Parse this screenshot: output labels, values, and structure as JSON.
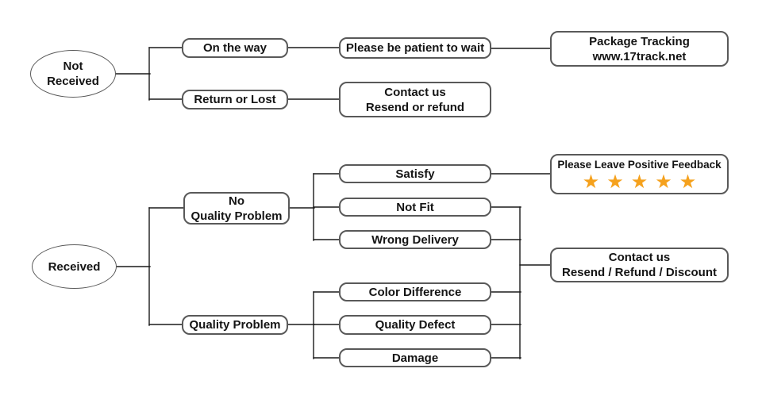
{
  "diagram": {
    "colors": {
      "background": "#ffffff",
      "box_border": "#595959",
      "connector": "#1a1a1a",
      "text": "#141414",
      "star": "#f5a11d"
    },
    "nodes": {
      "not_received": {
        "line1": "Not",
        "line2": "Received"
      },
      "on_the_way": {
        "label": "On the way"
      },
      "be_patient": {
        "label": "Please be patient to wait"
      },
      "package_tracking": {
        "line1": "Package Tracking",
        "line2": "www.17track.net"
      },
      "return_or_lost": {
        "label": "Return or Lost"
      },
      "contact_resend_refund": {
        "line1": "Contact us",
        "line2": "Resend or refund"
      },
      "received": {
        "label": "Received"
      },
      "no_quality_problem": {
        "line1": "No",
        "line2": "Quality Problem"
      },
      "quality_problem": {
        "label": "Quality Problem"
      },
      "satisfy": {
        "label": "Satisfy"
      },
      "not_fit": {
        "label": "Not Fit"
      },
      "wrong_delivery": {
        "label": "Wrong Delivery"
      },
      "color_difference": {
        "label": "Color Difference"
      },
      "quality_defect": {
        "label": "Quality Defect"
      },
      "damage": {
        "label": "Damage"
      },
      "positive_feedback": {
        "label": "Please Leave Positive Feedback",
        "stars": "★★★★★",
        "star_count": 5
      },
      "contact_resend_refund_discount": {
        "line1": "Contact us",
        "line2": "Resend / Refund / Discount"
      }
    }
  }
}
